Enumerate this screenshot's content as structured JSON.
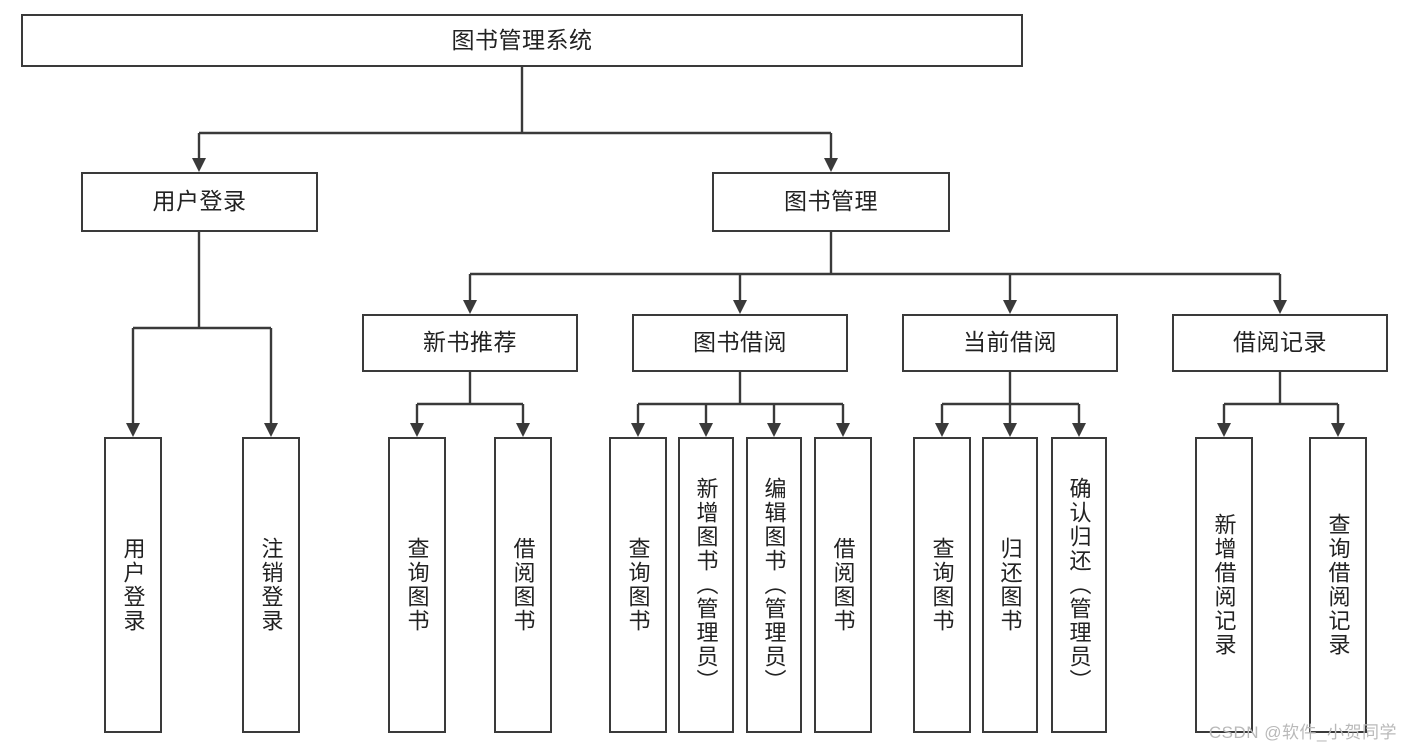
{
  "diagram": {
    "title": "图书管理系统",
    "type": "tree",
    "orientation": "top-down",
    "colors": {
      "stroke": "#3a3a3a",
      "fill": "#ffffff",
      "text": "#222222",
      "watermark": "#b9b9b9"
    }
  },
  "watermark": "CSDN @软件_小贺同学",
  "nodes": {
    "root": {
      "label": "图书管理系统"
    },
    "level2": [
      {
        "id": "user-login",
        "label": "用户登录"
      },
      {
        "id": "book-manage",
        "label": "图书管理"
      }
    ],
    "level3": [
      {
        "id": "new-book-recommend",
        "label": "新书推荐"
      },
      {
        "id": "book-borrow",
        "label": "图书借阅"
      },
      {
        "id": "current-borrow",
        "label": "当前借阅"
      },
      {
        "id": "borrow-record",
        "label": "借阅记录"
      }
    ],
    "leaves": {
      "user_login": [
        {
          "id": "leaf-user-login",
          "label": "用户登录"
        },
        {
          "id": "leaf-user-logout",
          "label": "注销登录"
        }
      ],
      "new_book_recommend": [
        {
          "id": "leaf-query-book-1",
          "label": "查询图书"
        },
        {
          "id": "leaf-borrow-book-1",
          "label": "借阅图书"
        }
      ],
      "book_borrow": [
        {
          "id": "leaf-query-book-2",
          "label": "查询图书"
        },
        {
          "id": "leaf-add-book",
          "label": "新增图书（管理员）"
        },
        {
          "id": "leaf-edit-book",
          "label": "编辑图书（管理员）"
        },
        {
          "id": "leaf-borrow-book-2",
          "label": "借阅图书"
        }
      ],
      "current_borrow": [
        {
          "id": "leaf-query-book-3",
          "label": "查询图书"
        },
        {
          "id": "leaf-return-book",
          "label": "归还图书"
        },
        {
          "id": "leaf-confirm-return",
          "label": "确认归还（管理员）"
        }
      ],
      "borrow_record": [
        {
          "id": "leaf-add-record",
          "label": "新增借阅记录"
        },
        {
          "id": "leaf-query-record",
          "label": "查询借阅记录"
        }
      ]
    }
  }
}
